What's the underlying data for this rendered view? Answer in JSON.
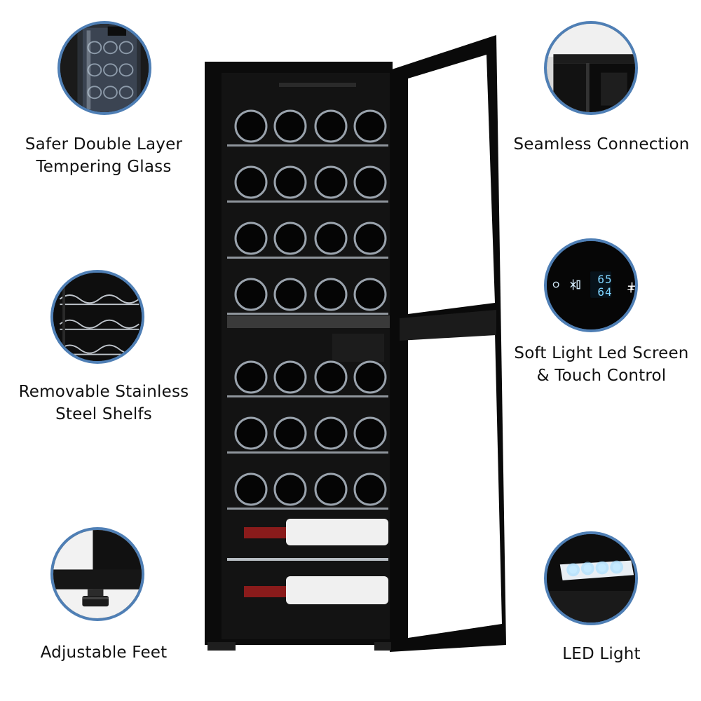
{
  "features": [
    {
      "id": "double-glass",
      "lines": [
        "Safer Double Layer",
        "Tempering Glass"
      ],
      "icon": "glass-door-closeup"
    },
    {
      "id": "shelves",
      "lines": [
        "Removable Stainless",
        "Steel Shelfs"
      ],
      "icon": "wire-shelf-closeup"
    },
    {
      "id": "feet",
      "lines": [
        "Adjustable Feet"
      ],
      "icon": "leveling-foot-closeup"
    },
    {
      "id": "connection",
      "lines": [
        "Seamless Connection"
      ],
      "icon": "hinge-closeup"
    },
    {
      "id": "screen",
      "lines": [
        "Soft Light Led Screen",
        "& Touch Control"
      ],
      "icon": "touch-panel-closeup",
      "display": {
        "top": "65",
        "bottom": "64"
      }
    },
    {
      "id": "led",
      "lines": [
        "LED Light"
      ],
      "icon": "led-strip-closeup"
    }
  ],
  "product": {
    "name": "wine-cooler",
    "bottles": {
      "rows": 7,
      "per_row": 4,
      "bottom_rows": 2
    }
  },
  "colors": {
    "ring": "#4f7fb5",
    "cabinet": "#0b0b0b",
    "interior": "#141414",
    "display": "#7fd4ff"
  }
}
